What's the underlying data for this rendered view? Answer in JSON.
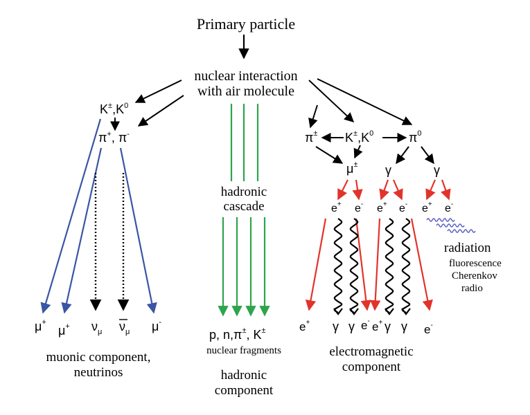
{
  "colors": {
    "black": "#000000",
    "blue": "#3a55a4",
    "green": "#2ea44b",
    "red": "#e2332b",
    "wavy_blue": "#5a5fc0"
  },
  "title": "Primary particle",
  "interaction": {
    "line1": "nuclear interaction",
    "line2": "with air molecule"
  },
  "muonic": {
    "kaons": {
      "k": "K",
      "k_sup": "±",
      "sep": ",K",
      "k0_sup": "0"
    },
    "pions": {
      "p1": "π",
      "p1_sup": "+",
      "sep": ", π",
      "p2_sup": "-"
    },
    "products": [
      {
        "base": "μ",
        "sup": "+"
      },
      {
        "base": "μ",
        "sup": "+"
      },
      {
        "base": "ν",
        "sub": "μ"
      },
      {
        "base": "ν",
        "sub": "μ",
        "bar": true
      },
      {
        "base": "μ",
        "sup": "-"
      }
    ],
    "caption1": "muonic component,",
    "caption2": "neutrinos"
  },
  "hadronic": {
    "label1": "hadronic",
    "label2": "cascade",
    "products": "p, n,π",
    "products_sup1": "±",
    "products_mid": ", K",
    "products_sup2": "±",
    "fragments": "nuclear fragments",
    "caption1": "hadronic",
    "caption2": "component"
  },
  "electromagnetic": {
    "pi_left": {
      "base": "π",
      "sup": "±"
    },
    "kaons": {
      "k": "K",
      "k_sup": "±",
      "sep": ",K",
      "k0_sup": "0"
    },
    "pi_zero": {
      "base": "π",
      "sup": "0"
    },
    "muon": {
      "base": "μ",
      "sup": "±"
    },
    "gamma": "γ",
    "leptons": [
      {
        "base": "e",
        "sup": "+"
      },
      {
        "base": "e",
        "sup": "-"
      },
      {
        "base": "e",
        "sup": "+"
      },
      {
        "base": "e",
        "sup": "-"
      },
      {
        "base": "e",
        "sup": "+"
      },
      {
        "base": "e",
        "sup": "-"
      }
    ],
    "bottom": [
      {
        "base": "e",
        "sup": "+"
      },
      {
        "base": "γ"
      },
      {
        "base": "γ"
      },
      {
        "base": "e",
        "sup": "-"
      },
      {
        "base": "e",
        "sup": "+"
      },
      {
        "base": "γ"
      },
      {
        "base": "γ"
      },
      {
        "base": "e",
        "sup": "-"
      }
    ],
    "caption1": "electromagnetic",
    "caption2": "component"
  },
  "radiation": {
    "title": "radiation",
    "items": [
      "fluorescence",
      "Cherenkov",
      "radio"
    ]
  }
}
